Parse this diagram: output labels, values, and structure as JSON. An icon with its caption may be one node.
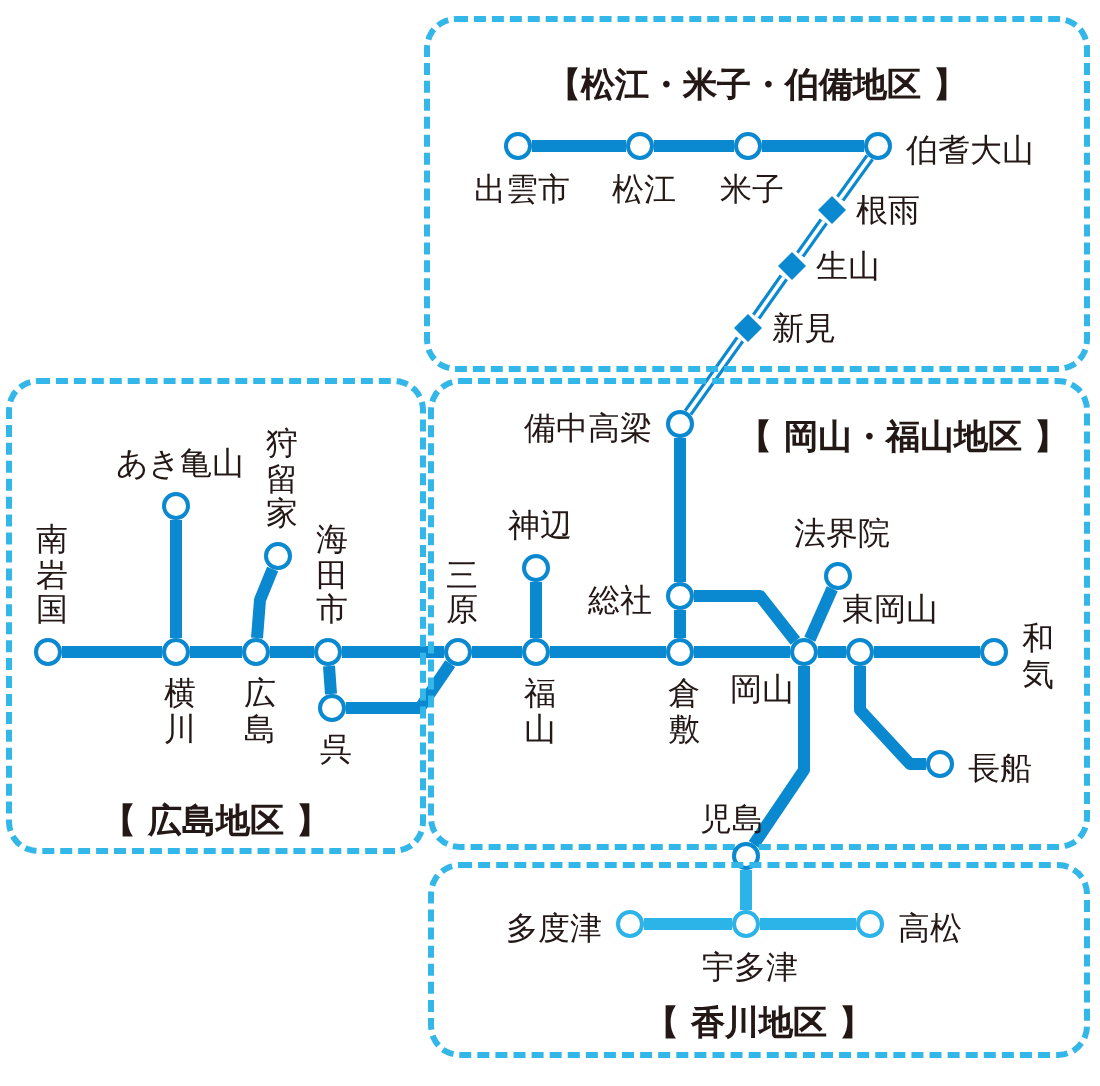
{
  "diagram": {
    "nodes": [
      {
        "text": [
          "【松江・米子・伯備地区 】"
        ]
      },
      {
        "text": [],
        "shape": "circle",
        "beside": [
          "出雲市"
        ],
        "in": 0
      },
      {
        "text": [],
        "shape": "circle",
        "beside": [
          "松江"
        ],
        "in": 0
      },
      {
        "text": [],
        "shape": "circle",
        "beside": [
          "米子"
        ],
        "in": 0
      },
      {
        "text": [],
        "shape": "circle",
        "beside": [
          "伯耆大山"
        ],
        "in": 0
      },
      {
        "text": [],
        "shape": "diamond",
        "beside": [
          "根雨"
        ],
        "in": 0
      },
      {
        "text": [],
        "shape": "diamond",
        "beside": [
          "生山"
        ],
        "in": 0
      },
      {
        "text": [],
        "shape": "diamond",
        "beside": [
          "新見"
        ],
        "in": 0
      },
      {
        "text": [
          "【 広島地区 】"
        ]
      },
      {
        "text": [],
        "shape": "circle",
        "beside": [
          "あき亀山"
        ],
        "in": 8
      },
      {
        "text": [],
        "shape": "circle",
        "beside": [
          "狩留家"
        ],
        "in": 8
      },
      {
        "text": [],
        "shape": "circle",
        "beside": [
          "南岩国"
        ],
        "in": 8
      },
      {
        "text": [],
        "shape": "circle",
        "beside": [
          "海田市"
        ],
        "in": 8
      },
      {
        "text": [],
        "shape": "circle",
        "beside": [
          "横川"
        ],
        "in": 8
      },
      {
        "text": [],
        "shape": "circle",
        "beside": [
          "広島"
        ],
        "in": 8
      },
      {
        "text": [],
        "shape": "circle",
        "beside": [
          "呉"
        ],
        "in": 8
      },
      {
        "text": [
          "【 岡山・福山地区 】"
        ]
      },
      {
        "text": [],
        "shape": "circle",
        "beside": [
          "備中高梁"
        ],
        "in": 16
      },
      {
        "text": [],
        "shape": "circle",
        "beside": [
          "神辺"
        ],
        "in": 16
      },
      {
        "text": [],
        "shape": "circle",
        "beside": [
          "総社"
        ],
        "in": 16
      },
      {
        "text": [],
        "shape": "circle",
        "beside": [
          "法界院"
        ],
        "in": 16
      },
      {
        "text": [],
        "shape": "circle",
        "beside": [
          "三原"
        ],
        "in": 16
      },
      {
        "text": [],
        "shape": "circle",
        "beside": [
          "東岡山"
        ],
        "in": 16
      },
      {
        "text": [],
        "shape": "circle",
        "beside": [
          "和気"
        ],
        "in": 16
      },
      {
        "text": [],
        "shape": "circle",
        "beside": [
          "福山"
        ],
        "in": 16
      },
      {
        "text": [],
        "shape": "circle",
        "beside": [
          "倉敷"
        ],
        "in": 16
      },
      {
        "text": [],
        "shape": "circle",
        "beside": [
          "岡山"
        ],
        "in": 16
      },
      {
        "text": [],
        "shape": "circle",
        "beside": [
          "長船"
        ],
        "in": 16
      },
      {
        "text": [],
        "shape": "circle",
        "beside": [
          "児島"
        ]
      },
      {
        "text": [
          "【 香川地区 】"
        ]
      },
      {
        "text": [],
        "shape": "circle",
        "beside": [
          "多度津"
        ],
        "in": 29
      },
      {
        "text": [],
        "shape": "circle",
        "beside": [
          "高松"
        ],
        "in": 29
      },
      {
        "text": [],
        "shape": "circle",
        "beside": [
          "宇多津"
        ],
        "in": 29
      }
    ],
    "edges": [
      {
        "from": 1,
        "to": 2,
        "arrow": "none"
      },
      {
        "from": 2,
        "to": 3,
        "arrow": "none"
      },
      {
        "from": 3,
        "to": 4,
        "arrow": "none"
      },
      {
        "from": 4,
        "to": 5,
        "arrow": "none"
      },
      {
        "from": 5,
        "to": 6,
        "arrow": "none"
      },
      {
        "from": 6,
        "to": 7,
        "arrow": "none"
      },
      {
        "from": 7,
        "to": 17,
        "arrow": "none"
      },
      {
        "from": 11,
        "to": 13,
        "arrow": "none"
      },
      {
        "from": 13,
        "to": 14,
        "arrow": "none"
      },
      {
        "from": 14,
        "to": 12,
        "arrow": "none"
      },
      {
        "from": 12,
        "to": 21,
        "arrow": "none"
      },
      {
        "from": 21,
        "to": 24,
        "arrow": "none"
      },
      {
        "from": 24,
        "to": 25,
        "arrow": "none"
      },
      {
        "from": 25,
        "to": 26,
        "arrow": "none"
      },
      {
        "from": 26,
        "to": 22,
        "arrow": "none"
      },
      {
        "from": 22,
        "to": 23,
        "arrow": "none"
      },
      {
        "from": 9,
        "to": 13,
        "arrow": "none"
      },
      {
        "from": 10,
        "to": 14,
        "arrow": "none"
      },
      {
        "from": 12,
        "to": 15,
        "arrow": "none"
      },
      {
        "from": 15,
        "to": 21,
        "arrow": "none"
      },
      {
        "from": 18,
        "to": 24,
        "arrow": "none"
      },
      {
        "from": 17,
        "to": 19,
        "arrow": "none"
      },
      {
        "from": 19,
        "to": 25,
        "arrow": "none"
      },
      {
        "from": 19,
        "to": 26,
        "arrow": "none"
      },
      {
        "from": 20,
        "to": 26,
        "arrow": "none"
      },
      {
        "from": 22,
        "to": 27,
        "arrow": "none"
      },
      {
        "from": 26,
        "to": 28,
        "arrow": "none"
      },
      {
        "from": 28,
        "to": 32,
        "arrow": "none",
        "color": "#2cb3e8"
      },
      {
        "from": 30,
        "to": 32,
        "arrow": "none",
        "color": "#2cb3e8"
      },
      {
        "from": 32,
        "to": 31,
        "arrow": "none",
        "color": "#2cb3e8"
      }
    ]
  }
}
